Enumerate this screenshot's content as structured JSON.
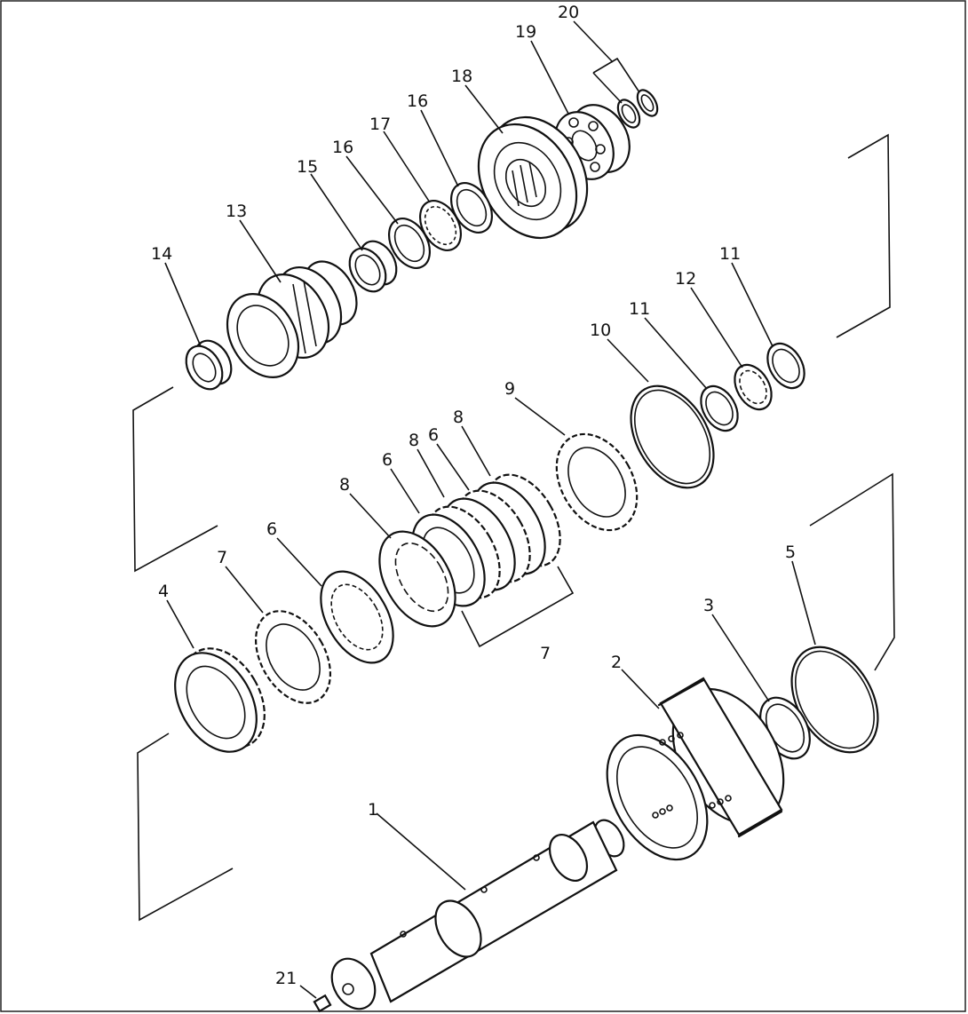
{
  "labels": {
    "p1": "1",
    "p2": "2",
    "p3": "3",
    "p4": "4",
    "p5": "5",
    "p6a": "6",
    "p6b": "6",
    "p6c": "6",
    "p7a": "7",
    "p7b": "7",
    "p8a": "8",
    "p8b": "8",
    "p8c": "8",
    "p9": "9",
    "p10": "10",
    "p11a": "11",
    "p11b": "11",
    "p12": "12",
    "p13": "13",
    "p14": "14",
    "p15": "15",
    "p16a": "16",
    "p16b": "16",
    "p17": "17",
    "p18": "18",
    "p19": "19",
    "p20": "20",
    "p21": "21"
  },
  "colors": {
    "ink": "#111111",
    "paper": "#ffffff"
  }
}
